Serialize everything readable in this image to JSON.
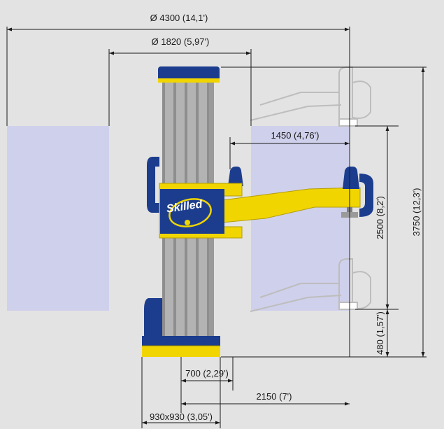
{
  "dimensions": {
    "overall_diameter": "Ø 4300 (14,1')",
    "inner_diameter": "Ø 1820 (5,97')",
    "arm_reach": "1450 (4,76')",
    "total_height": "3750 (12,3')",
    "lift_stroke": "2500 (8,2')",
    "min_height": "480 (1,57')",
    "column_offset": "700 (2,29')",
    "axis_distance": "2150 (7')",
    "base_size": "930x930 (3,05')"
  },
  "logo": {
    "text": "Skilled"
  },
  "colors": {
    "background": "#e3e3e3",
    "vehicle_zone": "#cfd0eb",
    "navy": "#1c3d8e",
    "yellow": "#f1d500",
    "column_grey": "#a4a4a4",
    "ghost_outline": "#bdbdbd"
  }
}
